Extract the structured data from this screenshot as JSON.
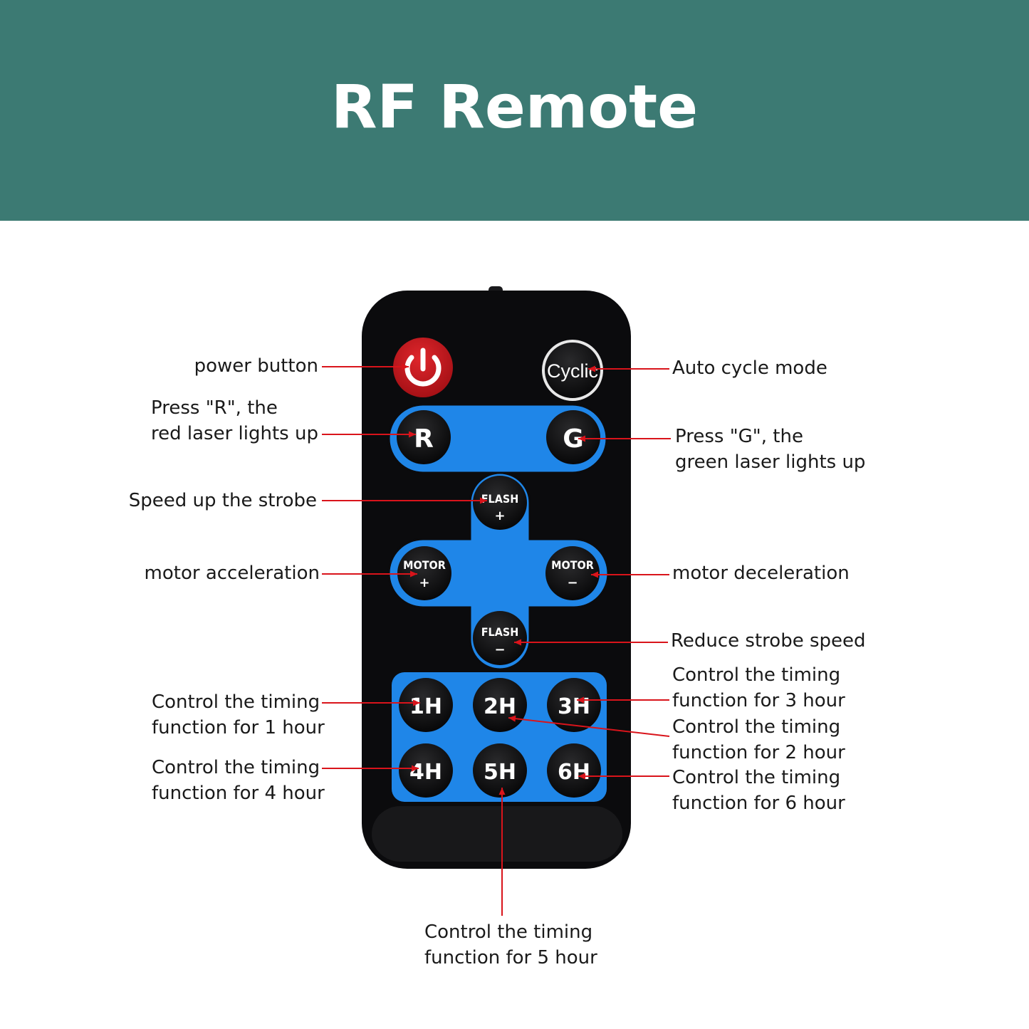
{
  "title": "RF Remote",
  "colors": {
    "header_bg": "#3c7a73",
    "title_text": "#ffffff",
    "remote_body": "#0b0b0d",
    "button_pad": "#1f86e8",
    "button": "#0a0a0a",
    "power_button": "#c4161c",
    "callout_line": "#d9141b"
  },
  "buttons": {
    "power_icon": "power-icon",
    "cyclic": "Cyclic",
    "r": "R",
    "g": "G",
    "flash_top": "FLASH",
    "flash_plus": "+",
    "motor_top": "MOTOR",
    "motor_plus": "+",
    "motor_minus": "−",
    "flash_minus": "−",
    "h1": "1H",
    "h2": "2H",
    "h3": "3H",
    "h4": "4H",
    "h5": "5H",
    "h6": "6H"
  },
  "labels": {
    "power": [
      "power button"
    ],
    "cycle": [
      "Auto cycle mode"
    ],
    "r": [
      "Press \"R\", the",
      "red laser lights up"
    ],
    "g": [
      "Press \"G\", the",
      "green laser lights up"
    ],
    "flash_up": [
      "Speed up the strobe"
    ],
    "motor_acc": [
      "motor acceleration"
    ],
    "motor_dec": [
      "motor deceleration"
    ],
    "flash_down": [
      "Reduce strobe speed"
    ],
    "h1": [
      "Control the timing",
      "function for 1 hour"
    ],
    "h3": [
      "Control the timing",
      "function for 3 hour"
    ],
    "h2": [
      "Control the timing",
      "function for 2 hour"
    ],
    "h4": [
      "Control the timing",
      "function for 4 hour"
    ],
    "h6": [
      "Control the timing",
      "function for 6 hour"
    ],
    "h5": [
      "Control the timing",
      "function for 5 hour"
    ]
  }
}
